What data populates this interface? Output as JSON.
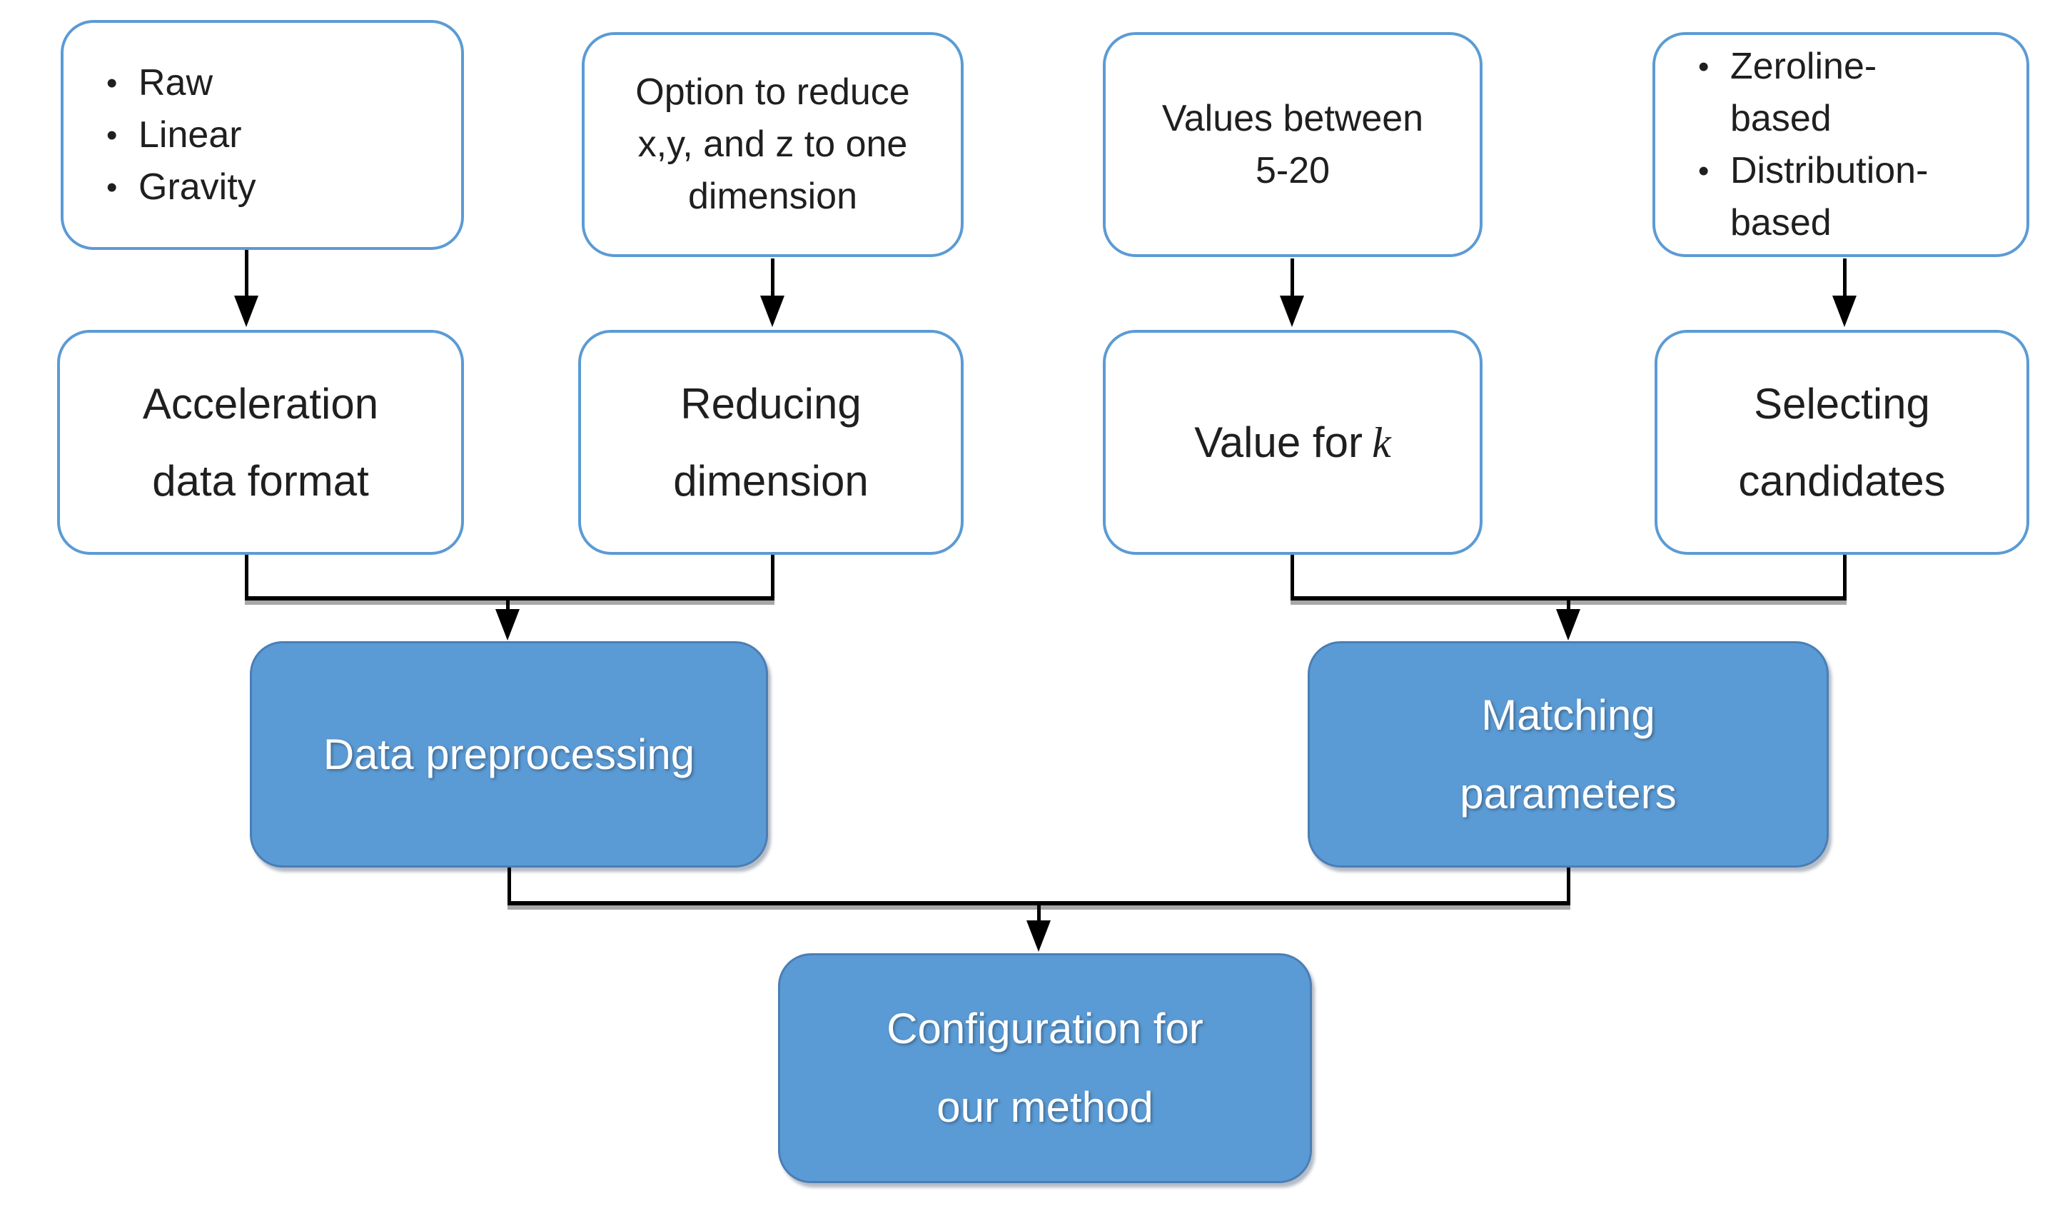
{
  "ui": {
    "bullet_char": "•"
  },
  "colors": {
    "accent_blue": "#5b9bd5",
    "blue_border": "#4a7eb5",
    "connector": "#000000",
    "shadow_gray": "#a8a8a8",
    "text_dark": "#1f1f1f",
    "text_light": "#ffffff"
  },
  "nodes": {
    "formats_note": {
      "items": [
        "Raw",
        "Linear",
        "Gravity"
      ]
    },
    "reduce_note": {
      "lines": [
        "Option to reduce",
        "x,y, and z to one",
        "dimension"
      ]
    },
    "k_note": {
      "lines": [
        "Values between",
        "5-20"
      ]
    },
    "candidates_note": {
      "items": [
        "Zeroline-based",
        "Distribution-based"
      ]
    },
    "acceleration_step": {
      "lines": [
        "Acceleration",
        "data format"
      ]
    },
    "reducing_step": {
      "lines": [
        "Reducing",
        "dimension"
      ]
    },
    "value_k_step": {
      "prefix": "Value for",
      "variable": "k"
    },
    "selecting_step": {
      "lines": [
        "Selecting",
        "candidates"
      ]
    },
    "preprocessing_group": {
      "label": "Data preprocessing"
    },
    "matching_group": {
      "lines": [
        "Matching",
        "parameters"
      ]
    },
    "result": {
      "lines": [
        "Configuration for",
        "our method"
      ]
    }
  }
}
